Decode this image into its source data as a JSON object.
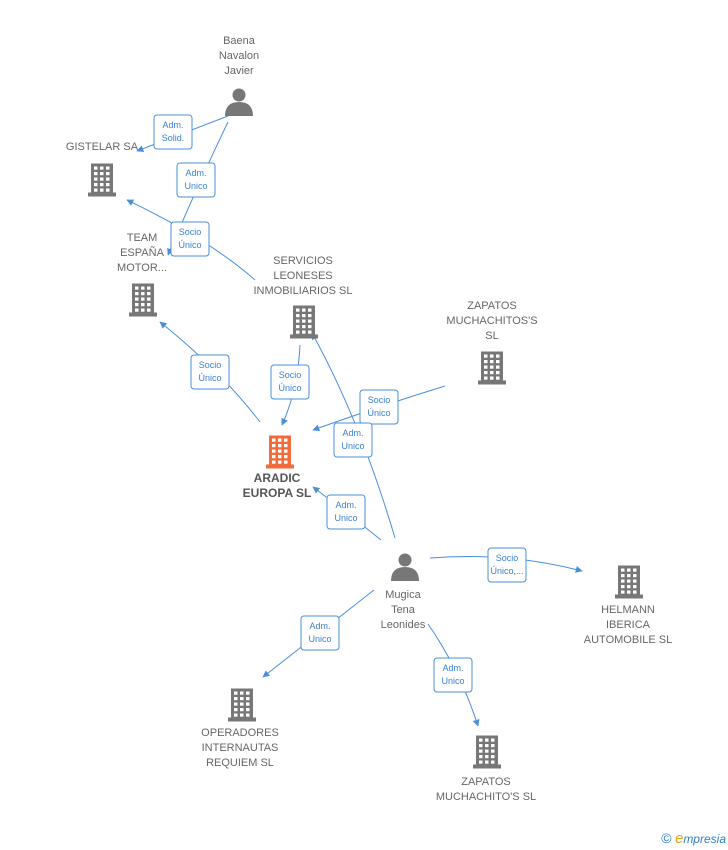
{
  "colors": {
    "edge": "#4a8fd8",
    "node": "#777777",
    "main_node": "#f26b3a",
    "label": "#666666"
  },
  "nodes": [
    {
      "id": "baena",
      "kind": "person",
      "lines": [
        "Baena",
        "Navalon",
        "Javier"
      ]
    },
    {
      "id": "gistelar",
      "kind": "company",
      "lines": [
        "GISTELAR SA"
      ]
    },
    {
      "id": "team",
      "kind": "company",
      "lines": [
        "TEAM",
        "ESPAÑA",
        "MOTOR..."
      ]
    },
    {
      "id": "servicios",
      "kind": "company",
      "lines": [
        "SERVICIOS",
        "LEONESES",
        "INMOBILIARIOS SL"
      ]
    },
    {
      "id": "zapatos_m",
      "kind": "company",
      "lines": [
        "ZAPATOS",
        "MUCHACHITOS'S",
        "SL"
      ]
    },
    {
      "id": "aradic",
      "kind": "company",
      "main": true,
      "lines": [
        "ARADIC",
        "EUROPA SL"
      ]
    },
    {
      "id": "mugica",
      "kind": "person",
      "lines": [
        "Mugica",
        "Tena",
        "Leonides"
      ]
    },
    {
      "id": "helmann",
      "kind": "company",
      "lines": [
        "HELMANN",
        "IBERICA",
        "AUTOMOBILE SL"
      ]
    },
    {
      "id": "operadores",
      "kind": "company",
      "lines": [
        "OPERADORES",
        "INTERNAUTAS",
        "REQUIEM SL"
      ]
    },
    {
      "id": "zapatos_c",
      "kind": "company",
      "lines": [
        "ZAPATOS",
        "MUCHACHITO'S SL"
      ]
    }
  ],
  "edges": [
    {
      "from": "baena",
      "to": "gistelar",
      "label": [
        "Adm.",
        "Solid."
      ]
    },
    {
      "from": "baena",
      "to": "team",
      "label": [
        "Adm.",
        "Unico"
      ]
    },
    {
      "from": "servicios",
      "to": "gistelar",
      "label": [
        "Socio",
        "Único"
      ]
    },
    {
      "from": "aradic",
      "to": "team",
      "label": [
        "Socio",
        "Único"
      ]
    },
    {
      "from": "servicios",
      "to": "aradic",
      "label": [
        "Socio",
        "Único"
      ]
    },
    {
      "from": "zapatos_m",
      "to": "aradic",
      "label": [
        "Socio",
        "Único"
      ]
    },
    {
      "from": "mugica",
      "to": "servicios",
      "label": [
        "Adm.",
        "Unico"
      ]
    },
    {
      "from": "mugica",
      "to": "aradic",
      "label": [
        "Adm.",
        "Unico"
      ]
    },
    {
      "from": "mugica",
      "to": "helmann",
      "label": [
        "Socio",
        "Único,..."
      ]
    },
    {
      "from": "mugica",
      "to": "operadores",
      "label": [
        "Adm.",
        "Unico"
      ]
    },
    {
      "from": "mugica",
      "to": "zapatos_c",
      "label": [
        "Adm.",
        "Unico"
      ]
    }
  ],
  "footer": {
    "copyright": "©",
    "brand_initial": "e",
    "brand_rest": "mpresia"
  }
}
